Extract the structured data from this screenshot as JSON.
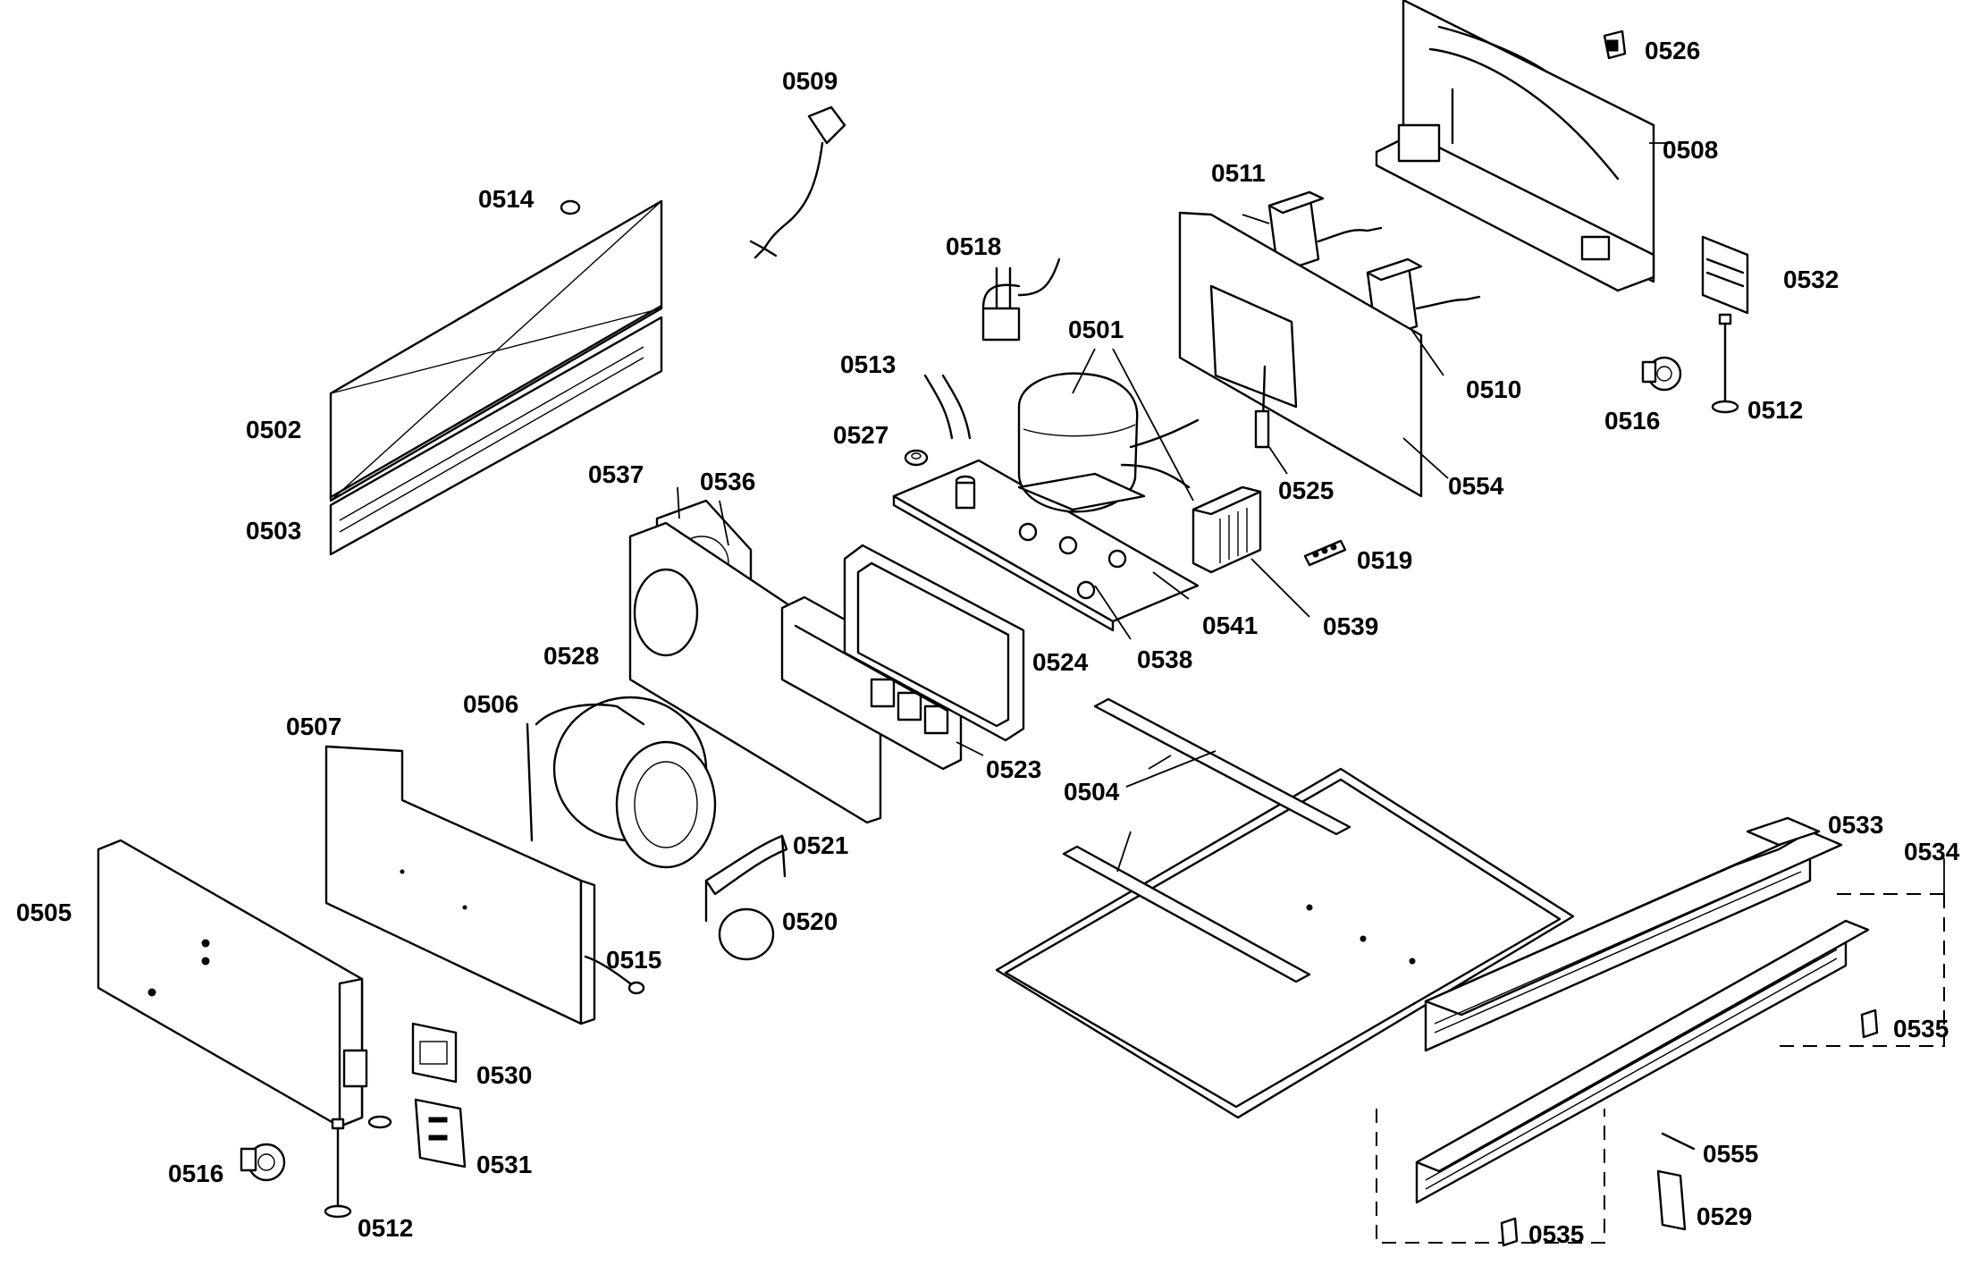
{
  "callouts": {
    "p0501": "0501",
    "p0502": "0502",
    "p0503": "0503",
    "p0504": "0504",
    "p0505": "0505",
    "p0506": "0506",
    "p0507": "0507",
    "p0508": "0508",
    "p0509": "0509",
    "p0510": "0510",
    "p0511": "0511",
    "p0512a": "0512",
    "p0512b": "0512",
    "p0513": "0513",
    "p0514": "0514",
    "p0515": "0515",
    "p0516a": "0516",
    "p0516b": "0516",
    "p0518": "0518",
    "p0519": "0519",
    "p0520": "0520",
    "p0521": "0521",
    "p0523": "0523",
    "p0524": "0524",
    "p0525": "0525",
    "p0526": "0526",
    "p0527": "0527",
    "p0528": "0528",
    "p0529": "0529",
    "p0530": "0530",
    "p0531": "0531",
    "p0532": "0532",
    "p0533": "0533",
    "p0534": "0534",
    "p0535a": "0535",
    "p0535b": "0535",
    "p0536": "0536",
    "p0537": "0537",
    "p0538": "0538",
    "p0539": "0539",
    "p0541": "0541",
    "p0554": "0554",
    "p0555": "0555"
  }
}
